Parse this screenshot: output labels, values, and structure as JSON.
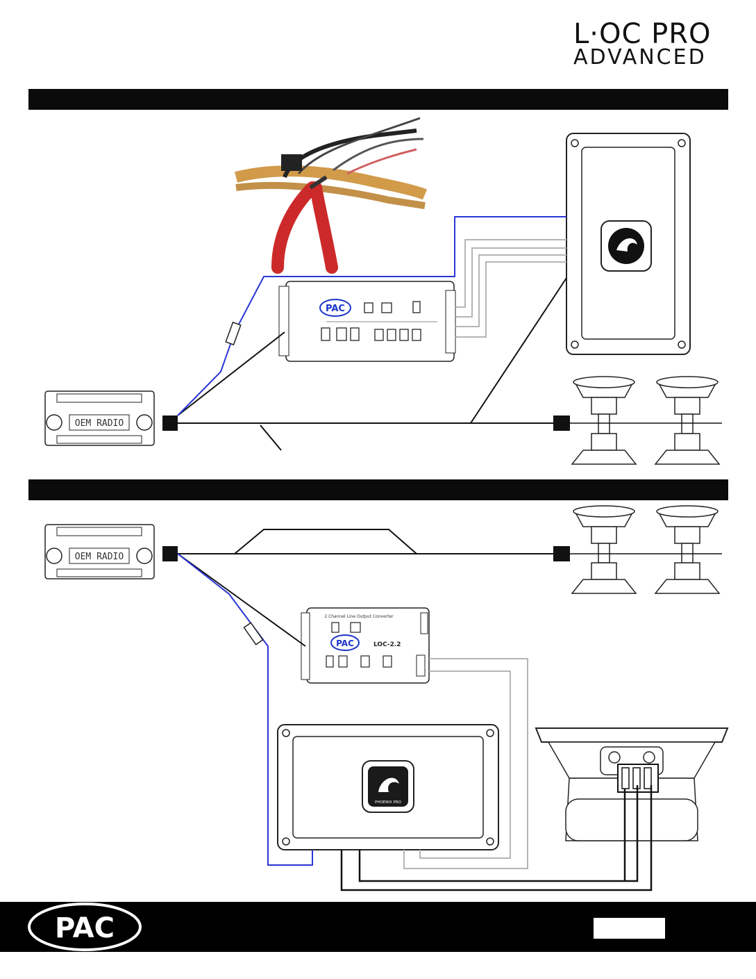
{
  "brand": {
    "logo_line1": "L·OC PRO",
    "logo_line2": "ADVANCED",
    "footer_logo": "PAC"
  },
  "top_section": {
    "radio_label": "OEM RADIO",
    "processor_logo": "PAC",
    "amplifier_logo_icon": "phoenix-icon"
  },
  "bottom_section": {
    "radio_label": "OEM RADIO",
    "processor_logo": "PAC",
    "processor_model": "LOC-2.2",
    "processor_header": "2 Channel Line Output Converter",
    "amplifier_badge": "PHOENIX PRO"
  },
  "colors": {
    "band": "#0b0b0b",
    "blue_wire": "#2a35d6",
    "gray_wire": "#b5b5b5",
    "black_wire": "#111111",
    "red_wire": "#d03030"
  }
}
